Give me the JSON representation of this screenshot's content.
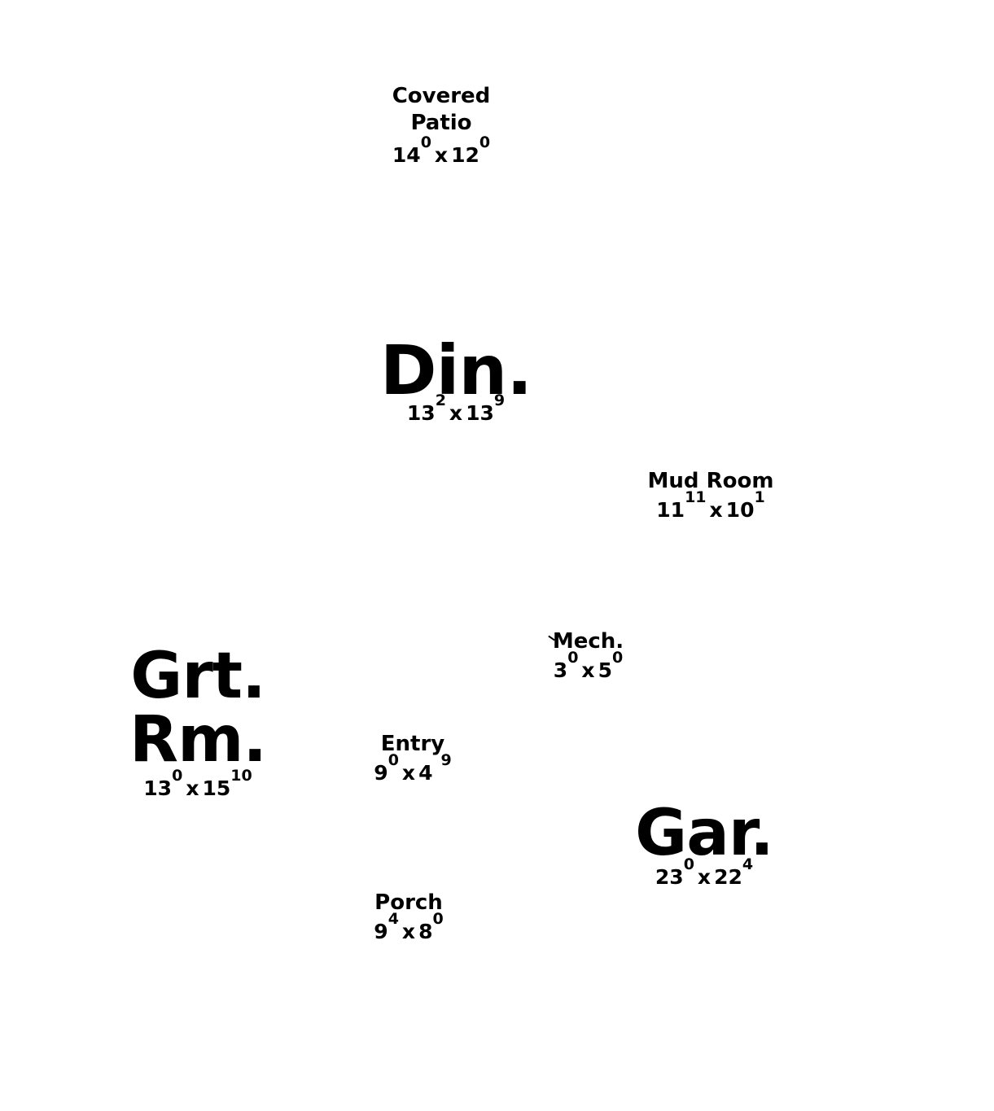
{
  "rooms": {
    "covered_patio": {
      "line1": "Covered",
      "line2": "Patio",
      "w_ft": "14",
      "w_in": "0",
      "x": "x",
      "h_ft": "12",
      "h_in": "0"
    },
    "dining": {
      "label": "Din.",
      "w_ft": "13",
      "w_in": "2",
      "x": "x",
      "h_ft": "13",
      "h_in": "9"
    },
    "mud_room": {
      "label": "Mud Room",
      "w_ft": "11",
      "w_in": "11",
      "x": "x",
      "h_ft": "10",
      "h_in": "1"
    },
    "mech": {
      "label": "Mech.",
      "w_ft": "3",
      "w_in": "0",
      "x": "x",
      "h_ft": "5",
      "h_in": "0"
    },
    "great_room": {
      "label": "Grt. Rm.",
      "w_ft": "13",
      "w_in": "0",
      "x": "x",
      "h_ft": "15",
      "h_in": "10"
    },
    "entry": {
      "label": "Entry",
      "w_ft": "9",
      "w_in": "0",
      "x": "x",
      "h_ft": "4",
      "h_in": "9"
    },
    "garage": {
      "label": "Gar.",
      "w_ft": "23",
      "w_in": "0",
      "x": "x",
      "h_ft": "22",
      "h_in": "4"
    },
    "porch": {
      "label": "Porch",
      "w_ft": "9",
      "w_in": "4",
      "x": "x",
      "h_ft": "8",
      "h_in": "0"
    }
  }
}
